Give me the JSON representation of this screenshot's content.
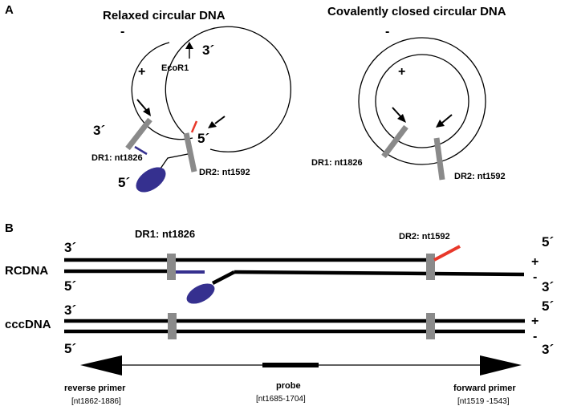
{
  "panel_a": {
    "label": "A",
    "relaxed": {
      "title": "Relaxed circular DNA",
      "minus": "-",
      "plus": "+",
      "end_3_top": "3´",
      "ecor1": "EcoR1",
      "end_3_left": "3´",
      "end_5_right": "5´",
      "end_5_cap": "5´",
      "dr1": "DR1: nt1826",
      "dr2": "DR2: nt1592"
    },
    "ccc": {
      "title": "Covalently closed circular DNA",
      "minus": "-",
      "plus": "+",
      "dr1": "DR1: nt1826",
      "dr2": "DR2: nt1592"
    }
  },
  "panel_b": {
    "label": "B",
    "dr1": "DR1: nt1826",
    "dr2": "DR2: nt1592",
    "rcdna": {
      "label": "RCDNA",
      "left_top": "3´",
      "left_bottom": "5´",
      "right_top": "5´",
      "right_bottom": "3´",
      "plus": "+",
      "minus": "-"
    },
    "cccdna": {
      "label": "cccDNA",
      "left_top": "3´",
      "left_bottom": "5´",
      "right_top": "5´",
      "right_bottom": "3´",
      "plus": "+",
      "minus": "-"
    },
    "reverse_primer": "reverse primer",
    "reverse_range": "[nt1862-1886]",
    "probe": "probe",
    "probe_range": "[nt1685-1704]",
    "forward_primer": "forward primer",
    "forward_range": "[nt1519 -1543]"
  },
  "colors": {
    "strand": "#000000",
    "dr_box": "#8a8a8a",
    "rna_primer": "#e8382a",
    "protein_cap": "#35308f"
  }
}
